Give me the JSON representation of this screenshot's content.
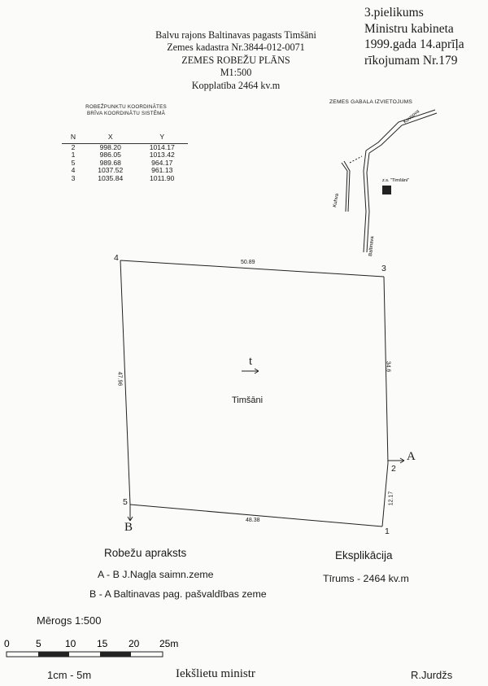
{
  "annex": {
    "line1": "3.pielikums",
    "line2": "Ministru kabineta",
    "line3": "1999.gada  14.aprīļa",
    "line4": "rīkojumam Nr.179"
  },
  "header": {
    "line1": "Balvu rajons Baltinavas pagasts Timšāni",
    "line2": "Zemes kadastra Nr.3844-012-0071",
    "line3": "ZEMES ROBEŽU PLĀNS",
    "line4": "M1:500",
    "line5": "Kopplatība 2464 kv.m"
  },
  "coordinates": {
    "title1": "ROBEŽPUNKTU KOORDINĀTES",
    "title2": "BRĪVA KOORDINĀTU SISTĒMĀ",
    "columns": [
      "N",
      "X",
      "Y"
    ],
    "rows": [
      [
        "2",
        "998.20",
        "1014.17"
      ],
      [
        "1",
        "986.05",
        "1013.42"
      ],
      [
        "5",
        "989.68",
        "964.17"
      ],
      [
        "4",
        "1037.52",
        "961.13"
      ],
      [
        "3",
        "1035.84",
        "1011.90"
      ]
    ]
  },
  "location": {
    "title": "ZEMES GABALA IZVIETOJUMS",
    "road1": "Kovsova",
    "road2": "Kuhva",
    "road3": "Baltinava",
    "place": "z.s. \"Timšāni\""
  },
  "plan": {
    "parcel_name": "Timšāni",
    "north": "t",
    "points": {
      "p1": "1",
      "p2": "2",
      "p3": "3",
      "p4": "4",
      "p5": "5"
    },
    "edges": {
      "top": "50.89",
      "left": "47.96",
      "right_upper": "34.6",
      "right_lower": "12.17",
      "bottom": "48.38"
    },
    "dir_a": "A",
    "dir_b": "B"
  },
  "boundary": {
    "title": "Robežu apraksts",
    "line_a": "A - B J.Nagļa saimn.zeme",
    "line_b": "B - A Baltinavas pag. pašvaldības zeme"
  },
  "explication": {
    "title": "Eksplikācija",
    "area": "Tīrums - 2464 kv.m"
  },
  "scale": {
    "label": "Mērogs 1:500",
    "ticks": [
      "0",
      "5",
      "10",
      "15",
      "20",
      "25m"
    ],
    "cm": "1cm - 5m"
  },
  "footer": {
    "ministry": "Iekšlietu ministr",
    "signer": "R.Jurdžs"
  }
}
